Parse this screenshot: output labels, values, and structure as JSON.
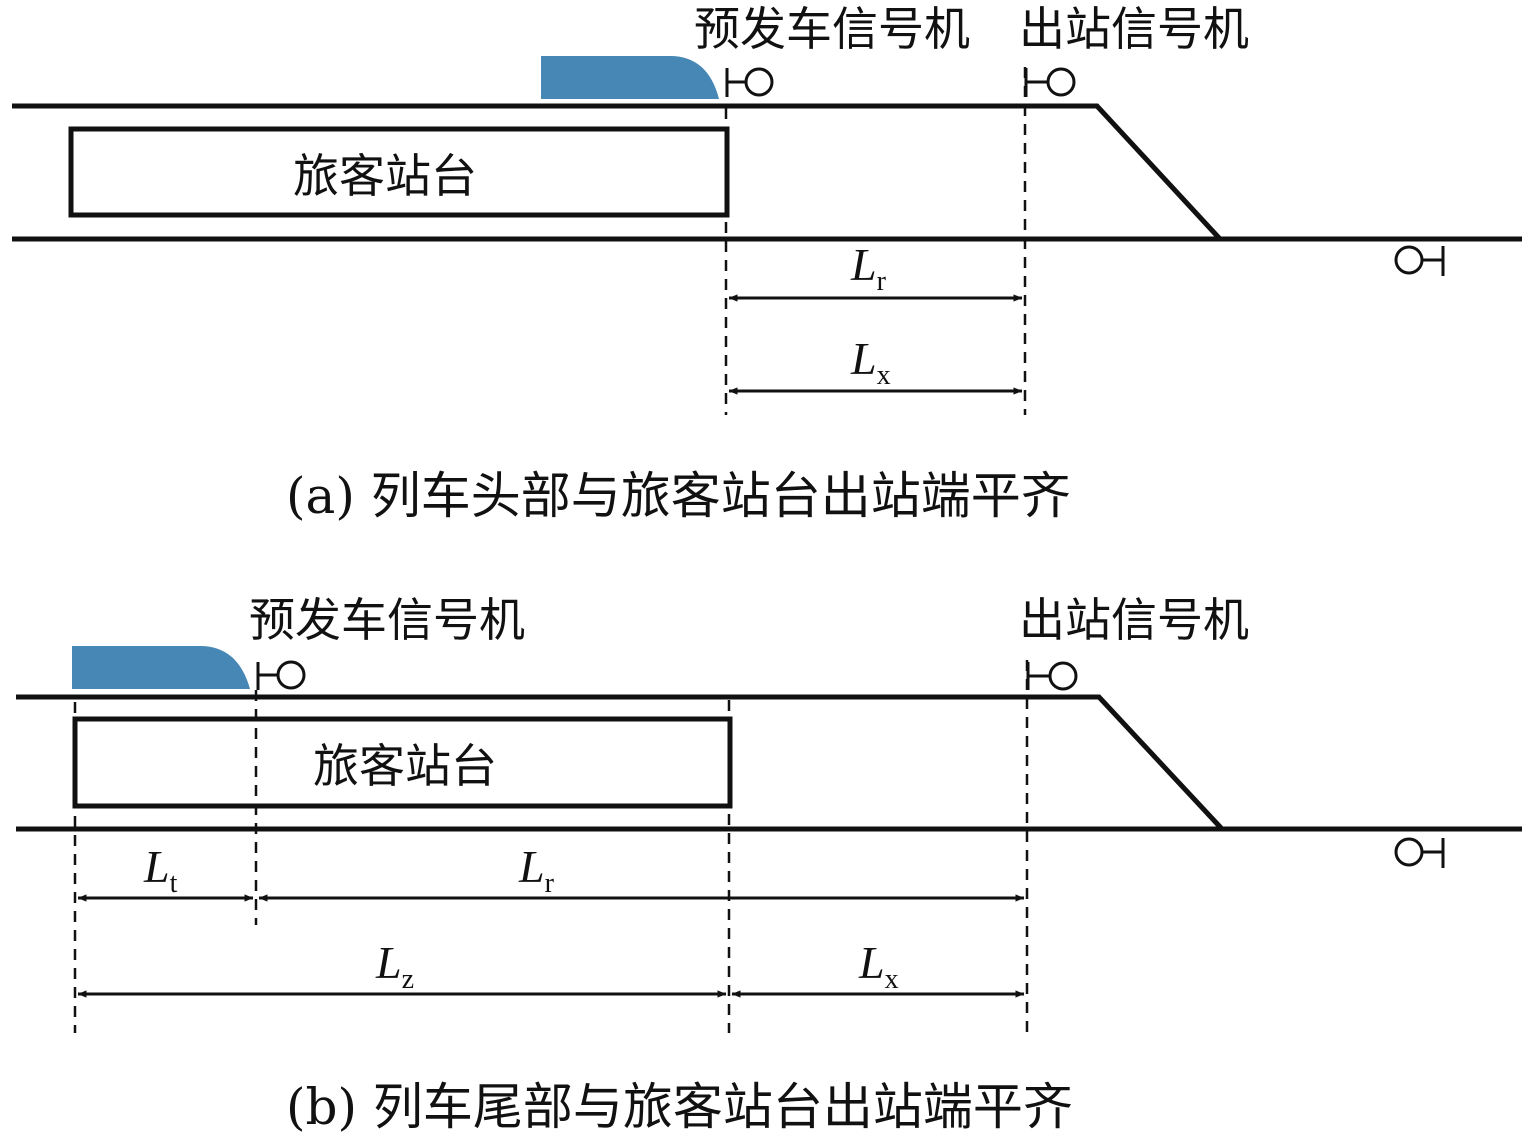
{
  "colors": {
    "train": "#4687b6",
    "ink": "#111111"
  },
  "panel_a": {
    "pre_departure_signal": "预发车信号机",
    "exit_signal": "出站信号机",
    "platform_label": "旅客站台",
    "dim_r": {
      "main": "L",
      "sub": "r"
    },
    "dim_x": {
      "main": "L",
      "sub": "x"
    },
    "caption": "(a) 列车头部与旅客站台出站端平齐"
  },
  "panel_b": {
    "pre_departure_signal": "预发车信号机",
    "exit_signal": "出站信号机",
    "platform_label": "旅客站台",
    "dim_t": {
      "main": "L",
      "sub": "t"
    },
    "dim_r": {
      "main": "L",
      "sub": "r"
    },
    "dim_z": {
      "main": "L",
      "sub": "z"
    },
    "dim_x": {
      "main": "L",
      "sub": "x"
    },
    "caption": "(b) 列车尾部与旅客站台出站端平齐"
  }
}
